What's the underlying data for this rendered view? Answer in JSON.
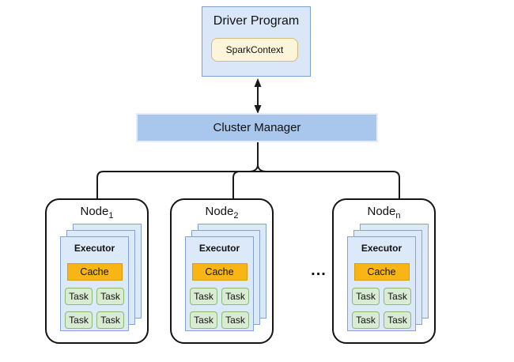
{
  "driver": {
    "label": "Driver Program",
    "context_label": "SparkContext"
  },
  "cluster_manager": {
    "label": "Cluster Manager"
  },
  "nodes": [
    {
      "name": "Node",
      "subscript": "1"
    },
    {
      "name": "Node",
      "subscript": "2"
    },
    {
      "name": "Node",
      "subscript": "n"
    }
  ],
  "executor": {
    "label": "Executor",
    "cache_label": "Cache",
    "task_label": "Task",
    "tasks_per_executor": 4,
    "stacked_layers": 3
  },
  "ellipsis": "...",
  "colors": {
    "driver_fill": "#d9e7f8",
    "driver_border": "#7aa1d2",
    "sparkcontext_fill": "#fdf5d9",
    "sparkcontext_border": "#d2bb77",
    "cluster_manager_fill": "#a9c6ec",
    "node_border": "#151515",
    "executor_fill": "#dce9f8",
    "executor_border": "#85a3cc",
    "cache_fill": "#f9b516",
    "task_fill": "#d9ebd3",
    "task_border": "#8db977",
    "line_color": "#1a1a1a"
  }
}
